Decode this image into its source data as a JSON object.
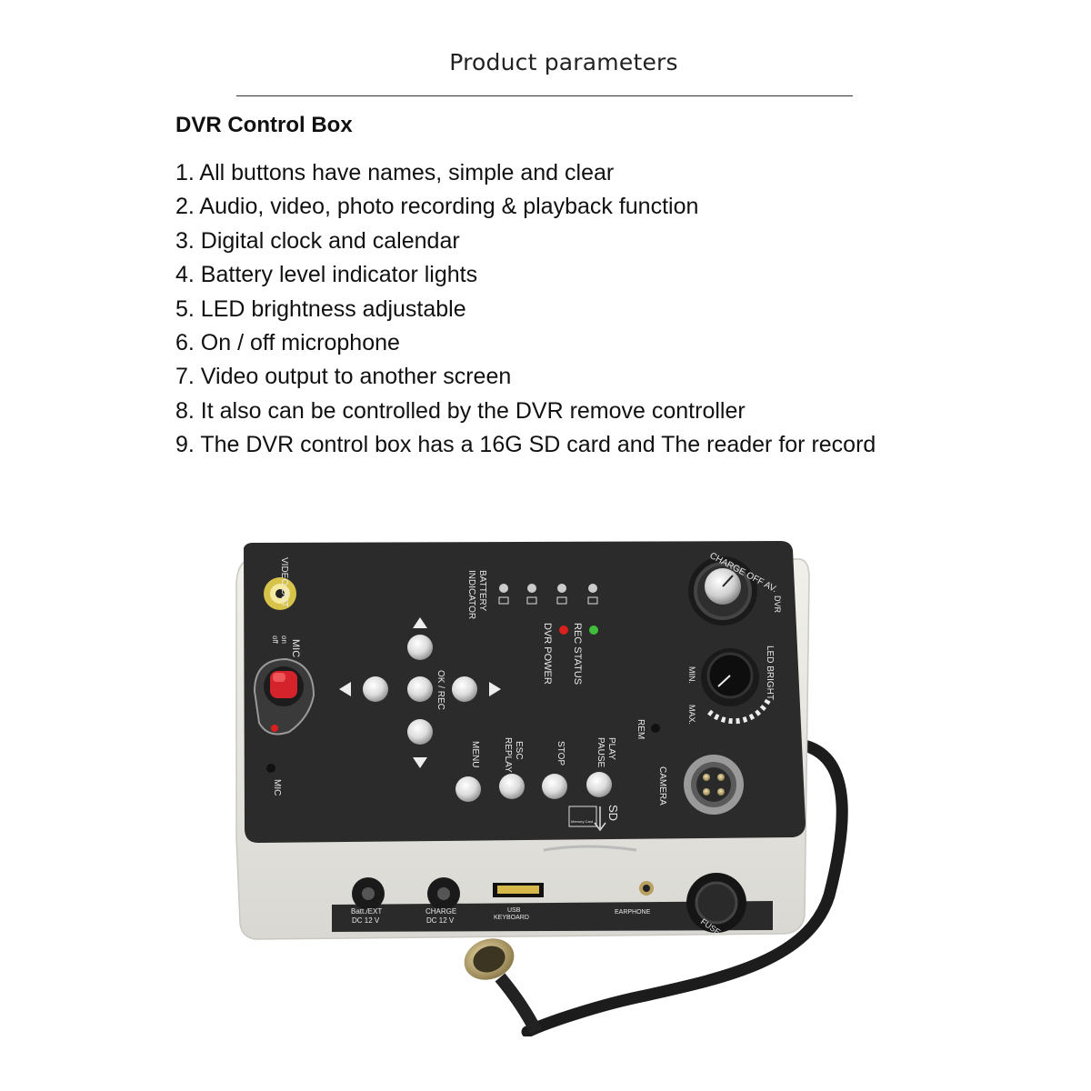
{
  "page": {
    "title": "Product parameters"
  },
  "section": {
    "heading": "DVR Control Box",
    "features": [
      "1. All buttons have names, simple and clear",
      "2. Audio, video, photo recording & playback function",
      "3. Digital clock and calendar",
      "4. Battery level indicator lights",
      "5. LED brightness adjustable",
      "6. On / off microphone",
      "7. Video output to another screen",
      "8. It also can be controlled by the DVR remove controller",
      "9. The DVR control box has a 16G SD card and The reader for record"
    ]
  },
  "device_labels": {
    "video_out": "VIDEO OUT",
    "mic_switch": "MIC",
    "mic_on": "on",
    "mic_off": "off",
    "mic_hole": "MIC",
    "battery_indicator_1": "BATTERY",
    "battery_indicator_2": "INDICATOR",
    "rec_status": "REC STATUS",
    "dvr_power": "DVR POWER",
    "ok_rec": "OK / REC",
    "menu": "MENU",
    "esc": "ESC",
    "replay": "REPLAY",
    "stop": "STOP",
    "play": "PLAY",
    "pause": "PAUSE",
    "sd": "SD",
    "memory_card": "Memory Card",
    "rem": "REM",
    "camera": "CAMERA",
    "led_bright": "LED BRIGHT",
    "min": "MIN.",
    "max": "MAX.",
    "charge_off_av": "CHARGE OFF AV.",
    "dvr": "DVR",
    "batt_ext_1": "Batt./EXT",
    "batt_ext_2": "DC 12 V",
    "charge_1": "CHARGE",
    "charge_2": "DC 12 V",
    "usb_1": "USB",
    "usb_2": "KEYBOARD",
    "earphone": "EARPHONE",
    "fuse": "FUSE"
  },
  "colors": {
    "panel": "#2b2b2b",
    "housing": "#ecebe6",
    "rec_button": "#d4232a",
    "led_red": "#d8201c",
    "led_green": "#3fbf3a"
  }
}
